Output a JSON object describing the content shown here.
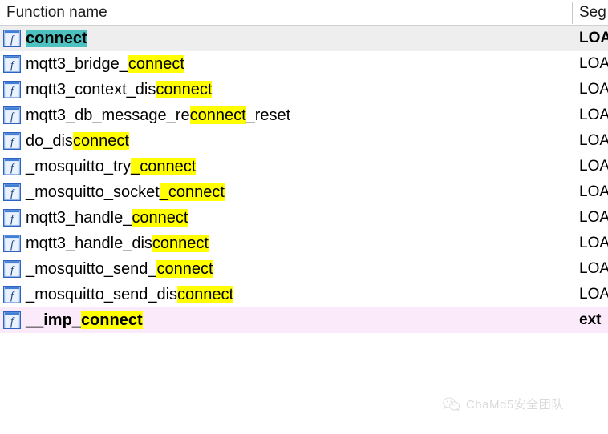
{
  "header": {
    "columns": [
      {
        "id": "name",
        "label": "Function name"
      },
      {
        "id": "segment",
        "label": "Seg"
      }
    ]
  },
  "search_term": "connect",
  "colors": {
    "selection_highlight": "#4cc1c0",
    "match_highlight": "#ffff00",
    "selected_row_bg": "#eeeeee",
    "imported_row_bg": "#faeafa",
    "icon_border": "#2255bb",
    "icon_fill": "#cfe2f7",
    "header_text": "#1b1b1b"
  },
  "rows": [
    {
      "icon": "function-icon",
      "segment": "LOA",
      "state": "selected",
      "parts": [
        {
          "text": "connect",
          "highlight": "teal"
        }
      ]
    },
    {
      "icon": "function-icon",
      "segment": "LOA",
      "state": "normal",
      "parts": [
        {
          "text": "mqtt3_bridge_",
          "highlight": "none"
        },
        {
          "text": "connect",
          "highlight": "yellow"
        }
      ]
    },
    {
      "icon": "function-icon",
      "segment": "LOA",
      "state": "normal",
      "parts": [
        {
          "text": "mqtt3_context_dis",
          "highlight": "none"
        },
        {
          "text": "connect",
          "highlight": "yellow"
        }
      ]
    },
    {
      "icon": "function-icon",
      "segment": "LOA",
      "state": "normal",
      "parts": [
        {
          "text": "mqtt3_db_message_re",
          "highlight": "none"
        },
        {
          "text": "connect",
          "highlight": "yellow"
        },
        {
          "text": "_reset",
          "highlight": "none"
        }
      ]
    },
    {
      "icon": "function-icon",
      "segment": "LOA",
      "state": "normal",
      "parts": [
        {
          "text": "do_dis",
          "highlight": "none"
        },
        {
          "text": "connect",
          "highlight": "yellow"
        }
      ]
    },
    {
      "icon": "function-icon",
      "segment": "LOA",
      "state": "normal",
      "parts": [
        {
          "text": "_mosquitto_try",
          "highlight": "none"
        },
        {
          "text": "_connect",
          "highlight": "yellow"
        }
      ]
    },
    {
      "icon": "function-icon",
      "segment": "LOA",
      "state": "normal",
      "parts": [
        {
          "text": "_mosquitto_socket",
          "highlight": "none"
        },
        {
          "text": "_connect",
          "highlight": "yellow"
        }
      ]
    },
    {
      "icon": "function-icon",
      "segment": "LOA",
      "state": "normal",
      "parts": [
        {
          "text": "mqtt3_handle_",
          "highlight": "none"
        },
        {
          "text": "connect",
          "highlight": "yellow"
        }
      ]
    },
    {
      "icon": "function-icon",
      "segment": "LOA",
      "state": "normal",
      "parts": [
        {
          "text": "mqtt3_handle_dis",
          "highlight": "none"
        },
        {
          "text": "connect",
          "highlight": "yellow"
        }
      ]
    },
    {
      "icon": "function-icon",
      "segment": "LOA",
      "state": "normal",
      "parts": [
        {
          "text": "_mosquitto_send_",
          "highlight": "none"
        },
        {
          "text": "connect",
          "highlight": "yellow"
        }
      ]
    },
    {
      "icon": "function-icon",
      "segment": "LOA",
      "state": "normal",
      "parts": [
        {
          "text": "_mosquitto_send_dis",
          "highlight": "none"
        },
        {
          "text": "connect",
          "highlight": "yellow"
        }
      ]
    },
    {
      "icon": "function-icon",
      "segment": "ext",
      "state": "imported",
      "parts": [
        {
          "text": "__imp_",
          "highlight": "none"
        },
        {
          "text": "connect",
          "highlight": "yellow"
        }
      ]
    }
  ],
  "watermark": {
    "icon": "wechat-icon",
    "text": "ChaMd5安全团队"
  }
}
